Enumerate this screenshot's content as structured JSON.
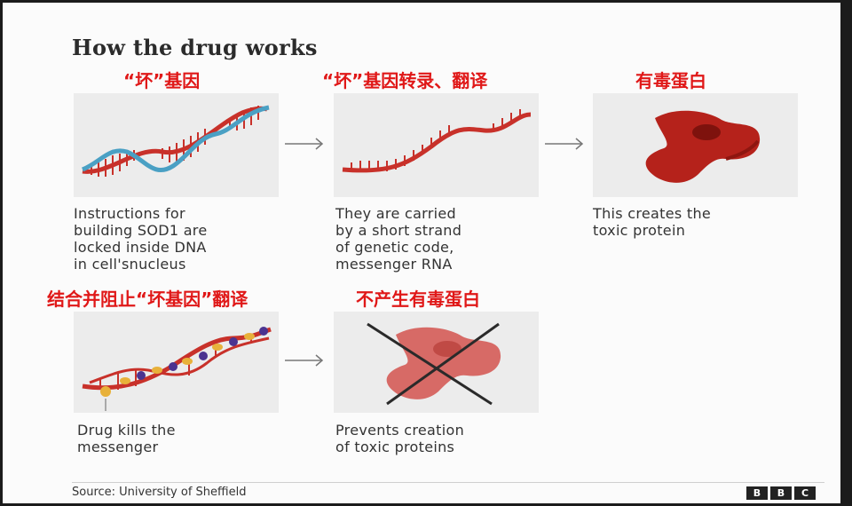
{
  "title": "How the drug works",
  "annotations": {
    "a1": "“坏”基因",
    "a2": "“坏”基因转录、翻译",
    "a3": "有毒蛋白",
    "a4": "结合并阻止“坏基因”翻译",
    "a5": "不产生有毒蛋白"
  },
  "captions": {
    "c1": "Instructions for\nbuilding SOD1 are\nlocked inside DNA\nin cell'snucleus",
    "c2": "They are carried\nby a short strand\nof genetic code,\nmessenger RNA",
    "c3": "This creates the\ntoxic protein",
    "c4": "Drug kills the\nmessenger",
    "c5": "Prevents creation\nof toxic proteins"
  },
  "footer": {
    "source": "Source: University of Sheffield",
    "logo": [
      "B",
      "B",
      "C"
    ]
  },
  "colors": {
    "annotation": "#e01818",
    "dna_red": "#c8312a",
    "dna_blue": "#4aa0c4",
    "protein": "#b5221b",
    "drug_purple": "#4b3390",
    "drug_yellow": "#e8b13a"
  },
  "icons": [
    "dna-icon",
    "rna-icon",
    "toxic-protein-icon",
    "drug-binding-icon",
    "crossed-protein-icon",
    "arrow-right-icon"
  ]
}
